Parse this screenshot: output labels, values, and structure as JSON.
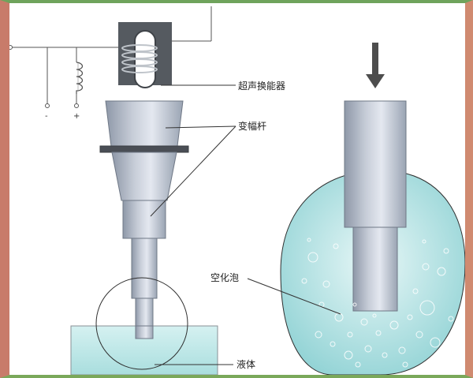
{
  "labels": {
    "transducer": "超声换能器",
    "horn": "变幅杆",
    "cavitation": "空化泡",
    "liquid": "液体"
  },
  "polarity": {
    "negative": "-",
    "positive": "+"
  },
  "colors": {
    "metal_dark": "#8e98a8",
    "metal_light": "#dbe0ea",
    "liquid": "#b6e4e4",
    "transducer_block": "#555a60",
    "wire": "#555555"
  },
  "icons": {
    "arrow": "down-arrow-icon",
    "coil": "inductor-coil-icon",
    "bubbles": "bubble-icon"
  }
}
